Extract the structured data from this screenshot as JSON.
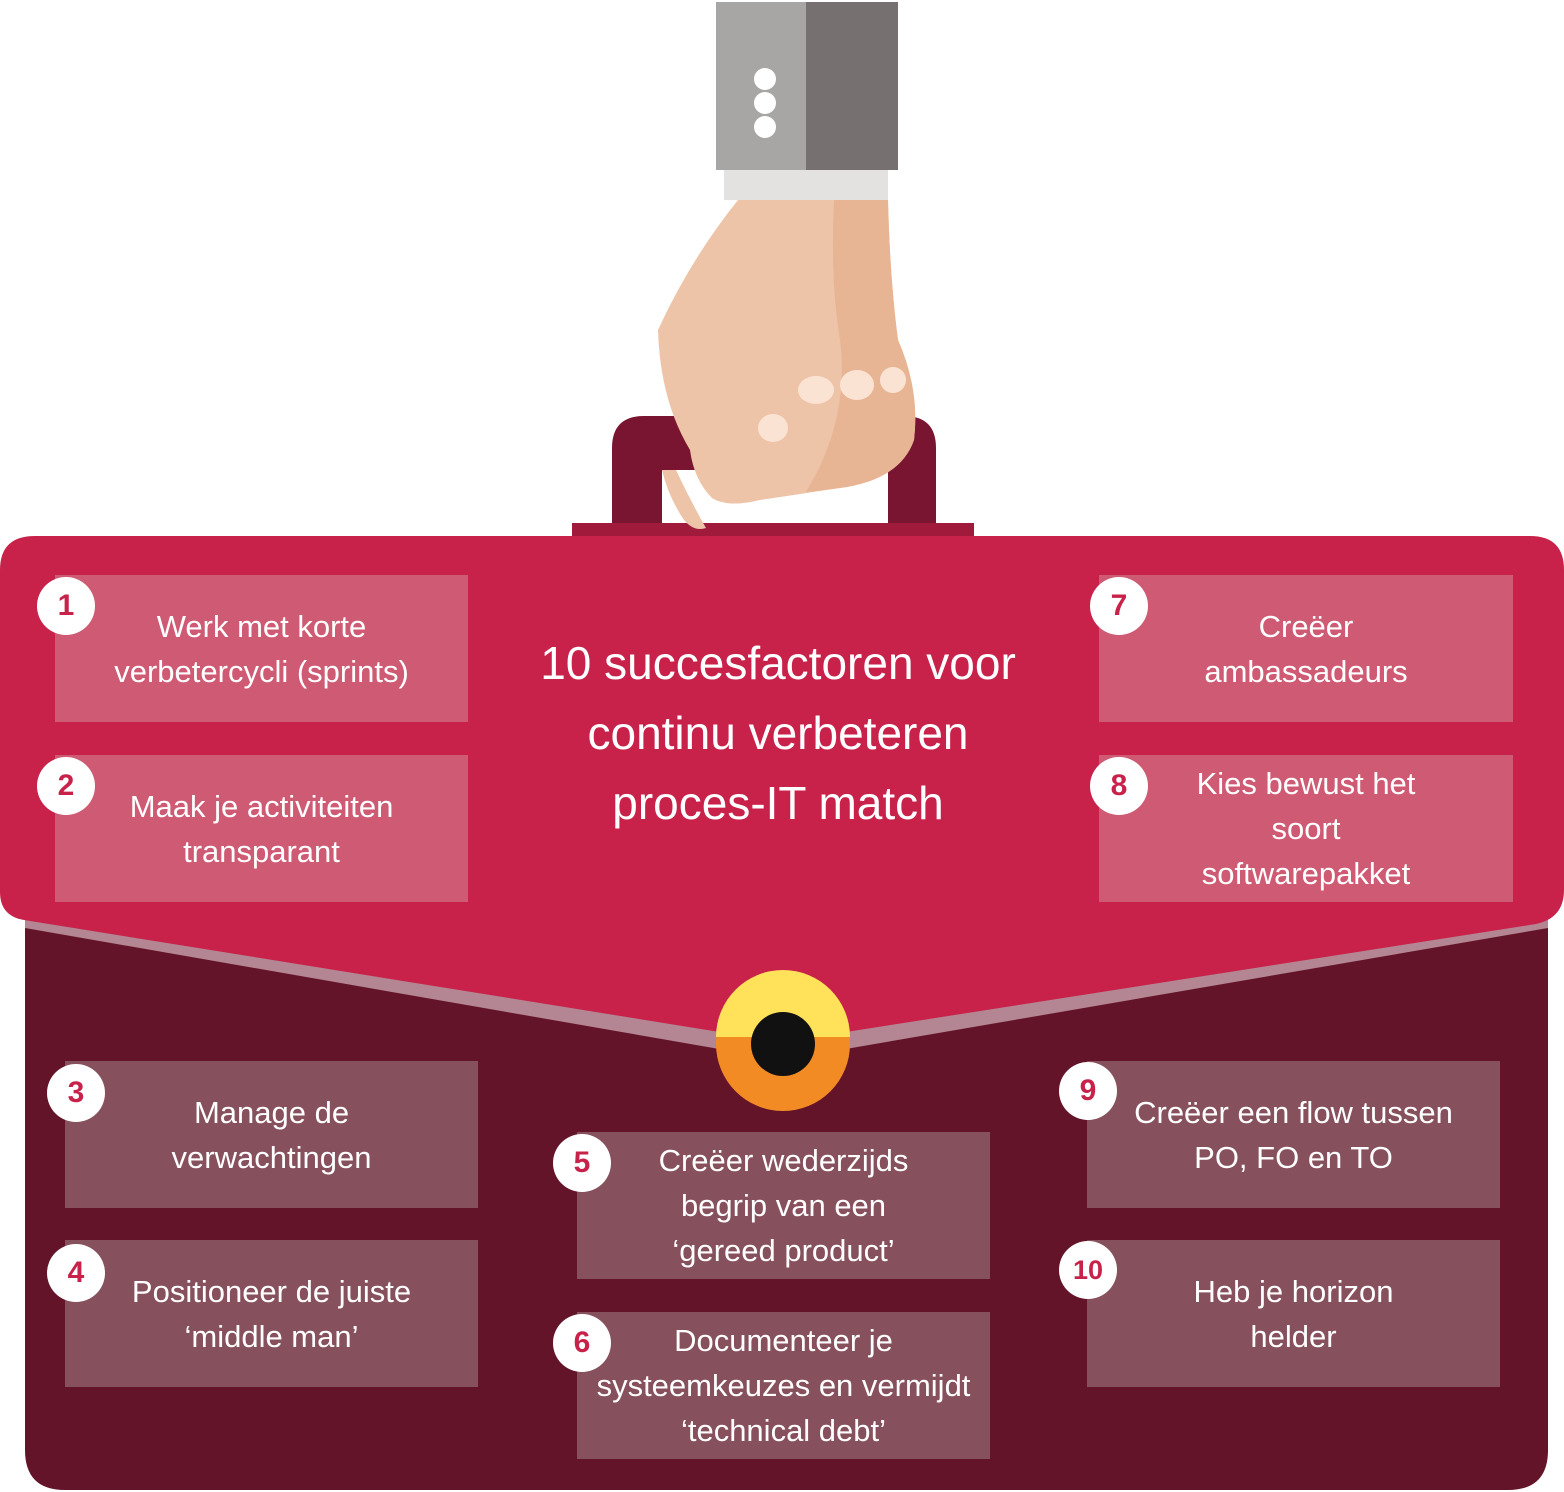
{
  "title": "10 succesfactoren voor continu verbeteren proces-IT match",
  "factors": [
    {
      "number": "1",
      "text": "Werk met korte verbetercycli (sprints)"
    },
    {
      "number": "2",
      "text": "Maak je activiteiten transparant"
    },
    {
      "number": "3",
      "text": "Manage de verwachtingen"
    },
    {
      "number": "4",
      "text": "Positioneer de juiste ‘middle man’"
    },
    {
      "number": "5",
      "text": "Creëer wederzijds begrip van een ‘gereed product’"
    },
    {
      "number": "6",
      "text": "Documenteer je systeemkeuzes en vermijdt ‘technical debt’"
    },
    {
      "number": "7",
      "text": "Creëer ambassadeurs"
    },
    {
      "number": "8",
      "text": "Kies bewust het soort softwarepakket"
    },
    {
      "number": "9",
      "text": "Creëer een flow tussen PO, FO en TO"
    },
    {
      "number": "10",
      "text": "Heb je horizon helder"
    }
  ],
  "colors": {
    "flap": "#c8224a",
    "body": "#631428",
    "box_top": "#cf5a73",
    "box_bottom": "#86505d",
    "number": "#c8224a"
  },
  "icons": [
    "hand-icon",
    "briefcase-icon",
    "clasp-icon"
  ]
}
